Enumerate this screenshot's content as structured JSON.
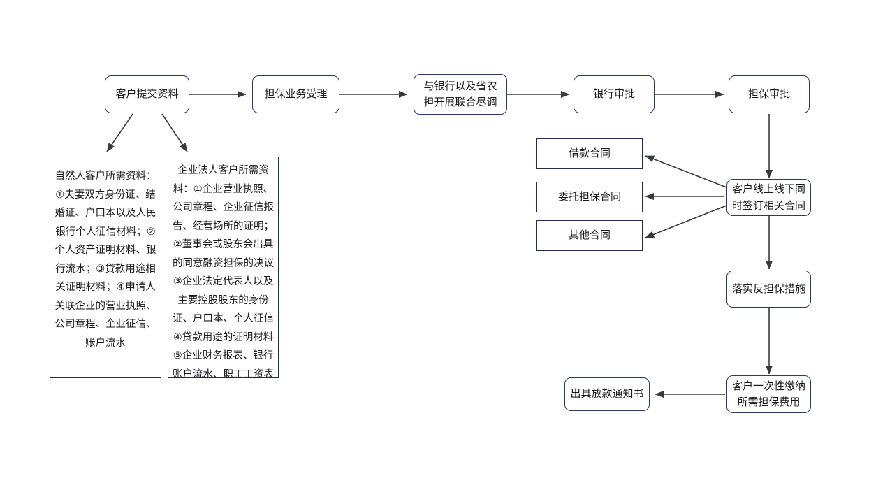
{
  "diagram": {
    "title_text": "",
    "colors": {
      "box_border": "#2e3a66",
      "sharp_box_border": "#242c4d",
      "edge": "#3a3a3a",
      "background": "#ffffff",
      "text": "#1a1a1a"
    },
    "nodes": {
      "submit_materials": {
        "label": "客户提交资料"
      },
      "guarantee_acceptance": {
        "label": "担保业务受理"
      },
      "joint_due_diligence": {
        "label": "与银行以及省农\n担开展联合尽调"
      },
      "bank_approval": {
        "label": "银行审批"
      },
      "guarantee_approval": {
        "label": "担保审批"
      },
      "natural_person_materials": {
        "label": "自然人客户所需资料：\n①夫妻双方身份证、结\n婚证、户口本以及人民\n银行个人征信材料；②\n个人资产证明材料、银\n行流水；③贷款用途相\n关证明材料；④申请人\n关联企业的营业执照、\n公司章程、企业征信、\n账户流水"
      },
      "enterprise_materials": {
        "label": "企业法人客户所需资\n料：①企业营业执照、\n公司章程、企业征信报\n告、经营场所的证明；\n②董事会或股东会出具\n的同意融资担保的决议\n③企业法定代表人以及\n主要控股股东的身份\n证、户口本、个人征信\n④贷款用途的证明材料\n⑤企业财务报表、银行\n账户流水、职工工资表"
      },
      "loan_contract": {
        "label": "借款合同"
      },
      "entrusted_guarantee_contract": {
        "label": "委托担保合同"
      },
      "other_contract": {
        "label": "其他合同"
      },
      "sign_contracts": {
        "label": "客户线上线下同\n时签订相关合同"
      },
      "counter_guarantee": {
        "label": "落实反担保措施"
      },
      "pay_guarantee_fee": {
        "label": "客户一次性缴纳\n所需担保费用"
      },
      "issue_loan_notice": {
        "label": "出具放款通知书"
      }
    },
    "edges": [
      {
        "name": "submit-to-acceptance",
        "from": "submit_materials",
        "to": "guarantee_acceptance"
      },
      {
        "name": "acceptance-to-due-diligence",
        "from": "guarantee_acceptance",
        "to": "joint_due_diligence"
      },
      {
        "name": "due-diligence-to-bank-approval",
        "from": "joint_due_diligence",
        "to": "bank_approval"
      },
      {
        "name": "bank-approval-to-guarantee-approval",
        "from": "bank_approval",
        "to": "guarantee_approval"
      },
      {
        "name": "submit-to-natural-person-materials",
        "from": "submit_materials",
        "to": "natural_person_materials"
      },
      {
        "name": "submit-to-enterprise-materials",
        "from": "submit_materials",
        "to": "enterprise_materials"
      },
      {
        "name": "guarantee-approval-to-sign-contracts",
        "from": "guarantee_approval",
        "to": "sign_contracts"
      },
      {
        "name": "sign-contracts-to-loan-contract",
        "from": "sign_contracts",
        "to": "loan_contract"
      },
      {
        "name": "sign-contracts-to-entrusted-guarantee-contract",
        "from": "sign_contracts",
        "to": "entrusted_guarantee_contract"
      },
      {
        "name": "sign-contracts-to-other-contract",
        "from": "sign_contracts",
        "to": "other_contract"
      },
      {
        "name": "sign-contracts-to-counter-guarantee",
        "from": "sign_contracts",
        "to": "counter_guarantee"
      },
      {
        "name": "counter-guarantee-to-pay-fee",
        "from": "counter_guarantee",
        "to": "pay_guarantee_fee"
      },
      {
        "name": "pay-fee-to-issue-loan-notice",
        "from": "pay_guarantee_fee",
        "to": "issue_loan_notice"
      }
    ]
  }
}
